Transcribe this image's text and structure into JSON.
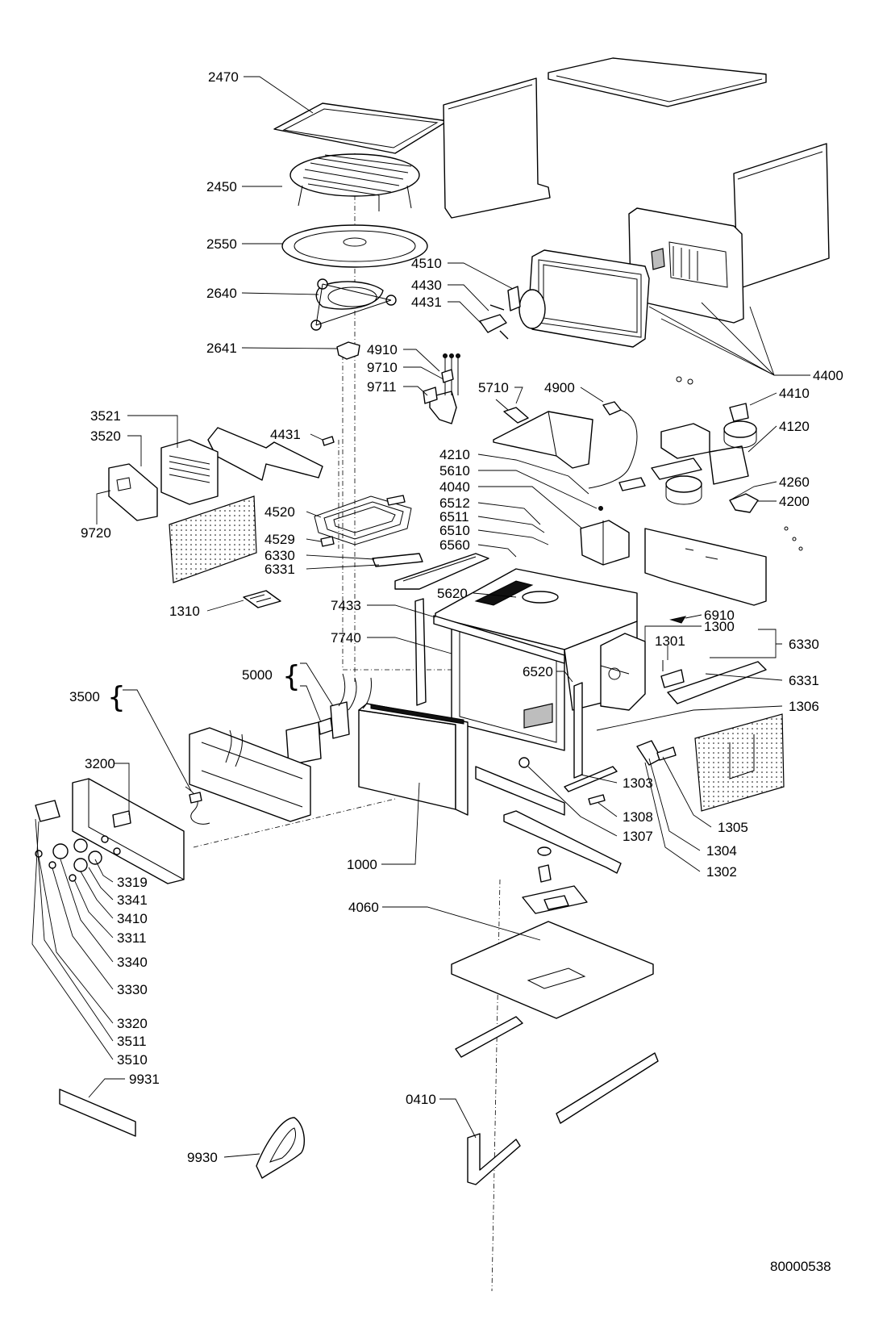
{
  "drawing_number": "80000538",
  "part_numbers": {
    "p2470": "2470",
    "p2450": "2450",
    "p2550": "2550",
    "p2640": "2640",
    "p2641": "2641",
    "p4510": "4510",
    "p4430": "4430",
    "p4431a": "4431",
    "p4431b": "4431",
    "p4400": "4400",
    "p4410": "4410",
    "p4120": "4120",
    "p4910": "4910",
    "p9710": "9710",
    "p9711": "9711",
    "p5710": "5710",
    "p4900": "4900",
    "p3521": "3521",
    "p3520": "3520",
    "p9720": "9720",
    "p4520": "4520",
    "p4529": "4529",
    "p6330a": "6330",
    "p6331a": "6331",
    "p1310": "1310",
    "p4210": "4210",
    "p5610": "5610",
    "p4040": "4040",
    "p6512": "6512",
    "p6511": "6511",
    "p6510": "6510",
    "p6560": "6560",
    "p4260": "4260",
    "p4200": "4200",
    "p5620": "5620",
    "p7433": "7433",
    "p7740": "7740",
    "p6910": "6910",
    "p1300": "1300",
    "p1301": "1301",
    "p6330b": "6330",
    "p6331b": "6331",
    "p6520": "6520",
    "p1306": "1306",
    "p5000": "5000",
    "p3500": "3500",
    "p3200": "3200",
    "p1303": "1303",
    "p1308": "1308",
    "p1307": "1307",
    "p1305": "1305",
    "p1304": "1304",
    "p1302": "1302",
    "p1000": "1000",
    "p3319": "3319",
    "p3341": "3341",
    "p3410": "3410",
    "p3311": "3311",
    "p3340": "3340",
    "p3330": "3330",
    "p3320": "3320",
    "p3511": "3511",
    "p3510": "3510",
    "p9931": "9931",
    "p4060": "4060",
    "p0410": "0410",
    "p9930": "9930"
  }
}
